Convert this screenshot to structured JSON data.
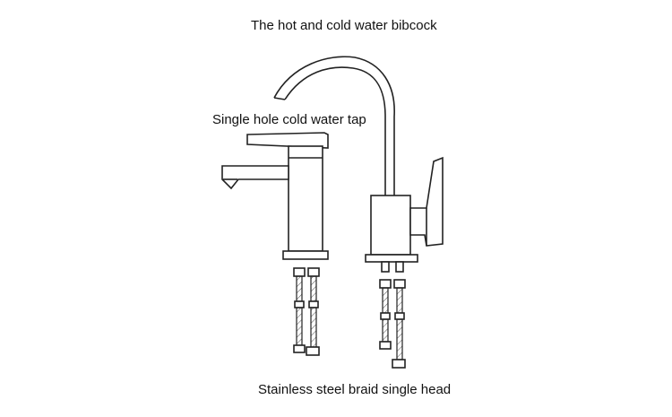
{
  "labels": {
    "bibcock": "The hot and cold water bibcock",
    "single_tap": "Single hole cold water tap",
    "braid": "Stainless steel braid single head"
  },
  "colors": {
    "background": "#ffffff",
    "line": "#222222",
    "text": "#111111"
  }
}
